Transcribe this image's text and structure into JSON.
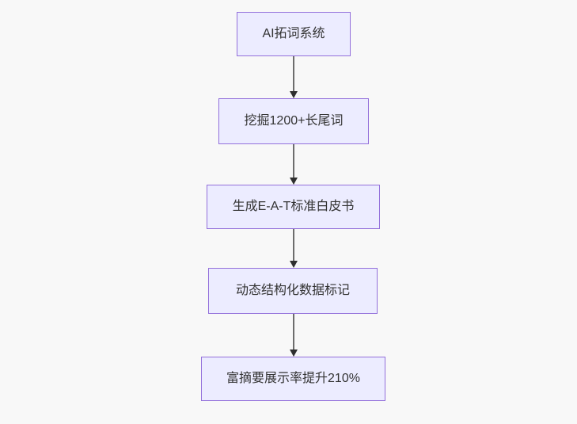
{
  "diagram": {
    "type": "flowchart-vertical",
    "nodes": [
      {
        "id": "n1",
        "label": "AI拓词系统"
      },
      {
        "id": "n2",
        "label": "挖掘1200+长尾词"
      },
      {
        "id": "n3",
        "label": "生成E-A-T标准白皮书"
      },
      {
        "id": "n4",
        "label": "动态结构化数据标记"
      },
      {
        "id": "n5",
        "label": "富摘要展示率提升210%"
      }
    ],
    "edges": [
      {
        "from": "n1",
        "to": "n2"
      },
      {
        "from": "n2",
        "to": "n3"
      },
      {
        "from": "n3",
        "to": "n4"
      },
      {
        "from": "n4",
        "to": "n5"
      }
    ],
    "colors": {
      "background": "#f8f8f8",
      "node_fill": "#ececff",
      "node_border": "#9370db",
      "text": "#333333",
      "arrow_line": "#6d6d6d",
      "arrow_head": "#2f2f2f"
    }
  }
}
